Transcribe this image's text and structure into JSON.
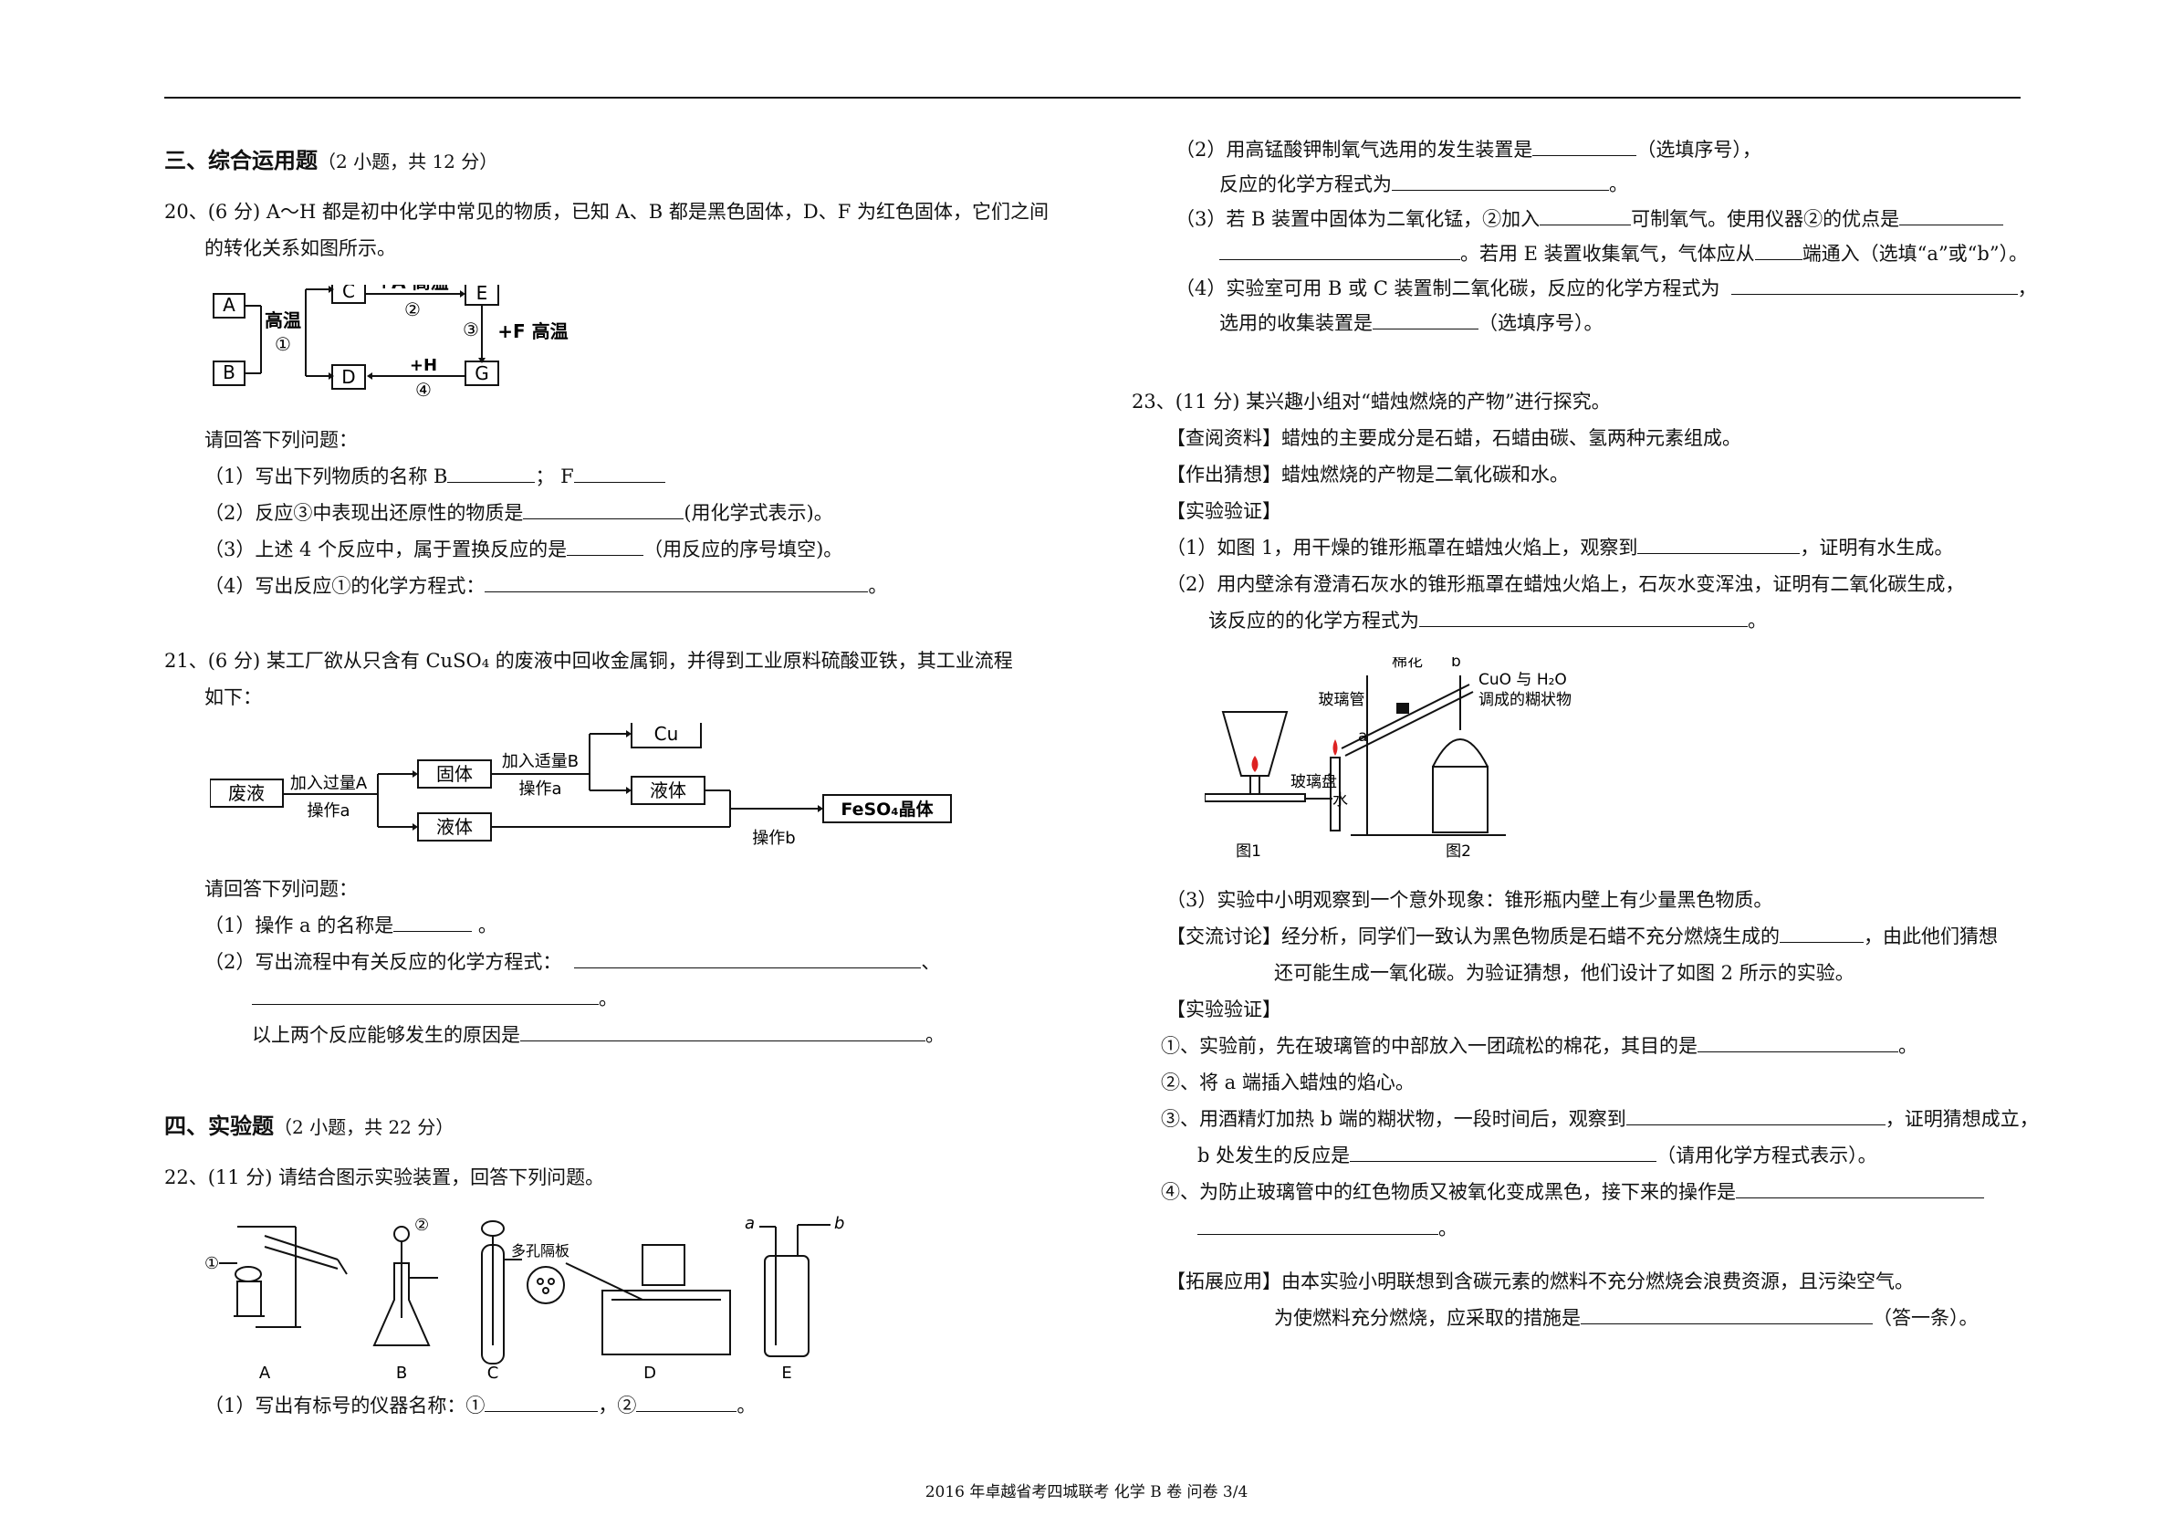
{
  "section3": {
    "title": "三、综合运用题",
    "note": "（2 小题，共 12 分）"
  },
  "q20": {
    "stem1": "20、(6 分) A～H 都是初中化学中常见的物质，已知 A、B 都是黑色固体，D、F 为红色固体，它们之间",
    "stem2": "的转化关系如图所示。",
    "diagram": {
      "A": "A",
      "B": "B",
      "C": "C",
      "D": "D",
      "E": "E",
      "G": "G",
      "r1": "高温",
      "n1": "①",
      "r2": "+A 高温",
      "n2": "②",
      "r3": "+F 高温",
      "n3": "③",
      "r4": "+H",
      "n4": "④"
    },
    "ask": "请回答下列问题：",
    "p1a": "（1）写出下列物质的名称 B",
    "p1b": "；  F",
    "p2a": "（2）反应③中表现出还原性的物质是",
    "p2b": "(用化学式表示)。",
    "p3a": "（3）上述 4 个反应中，属于置换反应的是",
    "p3b": "（用反应的序号填空)。",
    "p4a": "（4）写出反应①的化学方程式：",
    "p4b": "。"
  },
  "q21": {
    "stem1": "21、(6 分) 某工厂欲从只含有 CuSO₄ 的废液中回收金属铜，并得到工业原料硫酸亚铁，其工业流程",
    "stem2": "如下：",
    "flow": {
      "waste": "废液",
      "addA": "加入过量A",
      "opA1": "操作a",
      "solid": "固体",
      "liquid1": "液体",
      "addB": "加入适量B",
      "opA2": "操作a",
      "cu": "Cu",
      "liquid2": "液体",
      "opB": "操作b",
      "product": "FeSO₄晶体"
    },
    "ask": "请回答下列问题：",
    "p1a": "（1）操作 a 的名称是",
    "p1b": "。",
    "p2a": "（2）写出流程中有关反应的化学方程式：",
    "p2b": "、",
    "p2c": "。",
    "p3a": "以上两个反应能够发生的原因是",
    "p3b": "。"
  },
  "section4": {
    "title": "四、实验题",
    "note": "（2 小题，共 22 分）"
  },
  "q22": {
    "stem": "22、(11 分) 请结合图示实验装置，回答下列问题。",
    "labels": {
      "A": "A",
      "B": "B",
      "C": "C",
      "D": "D",
      "E": "E",
      "m1": "①",
      "m2": "②",
      "plate": "多孔隔板",
      "a": "a",
      "b": "b"
    },
    "p1a": "（1）写出有标号的仪器名称：①",
    "p1b": "，②",
    "p1c": "。",
    "p2a": "（2）用高锰酸钾制氧气选用的发生装置是",
    "p2b": "（选填序号），",
    "p2c": "反应的化学方程式为",
    "p2d": "。",
    "p3a": "（3）若 B 装置中固体为二氧化锰，②加入",
    "p3b": "可制氧气。使用仪器②的优点是",
    "p3c": "。若用 E 装置收集氧气，气体应从",
    "p3d": "端通入（选填“a”或“b”）。",
    "p4a": "（4）实验室可用 B 或 C 装置制二氧化碳，反应的化学方程式为",
    "p4b": "，",
    "p4c": "选用的收集装置是",
    "p4d": "（选填序号）。"
  },
  "q23": {
    "stem": "23、(11 分) 某兴趣小组对“蜡烛燃烧的产物”进行探究。",
    "info": "【查阅资料】蜡烛的主要成分是石蜡，石蜡由碳、氢两种元素组成。",
    "guess": "【作出猜想】蜡烛燃烧的产物是二氧化碳和水。",
    "verify1": "【实验验证】",
    "v1a": "（1）如图 1，用干燥的锥形瓶罩在蜡烛火焰上，观察到",
    "v1b": "，证明有水生成。",
    "v2a": "（2）用内壁涂有澄清石灰水的锥形瓶罩在蜡烛火焰上，石灰水变浑浊，证明有二氧化碳生成，",
    "v2b": "该反应的的化学方程式为",
    "v2c": "。",
    "figure": {
      "cotton": "棉花",
      "b": "b",
      "cuo": "CuO 与 H₂O",
      "paste": "调成的糊状物",
      "tube": "玻璃管",
      "a": "a",
      "plate": "玻璃盘",
      "water": "水",
      "fig1": "图1",
      "fig2": "图2"
    },
    "v3": "（3）实验中小明观察到一个意外现象：锥形瓶内壁上有少量黑色物质。",
    "discuss1a": "【交流讨论】经分析，同学们一致认为黑色物质是石蜡不充分燃烧生成的",
    "discuss1b": "，由此他们猜想",
    "discuss2": "还可能生成一氧化碳。为验证猜想，他们设计了如图 2 所示的实验。",
    "verify2": "【实验验证】",
    "s1a": "①、实验前，先在玻璃管的中部放入一团疏松的棉花，其目的是",
    "s1b": "。",
    "s2": "②、将 a 端插入蜡烛的焰心。",
    "s3a": "③、用酒精灯加热 b 端的糊状物，一段时间后，观察到",
    "s3b": "，证明猜想成立，",
    "s3c": "b 处发生的反应是",
    "s3d": "（请用化学方程式表示）。",
    "s4a": "④、为防止玻璃管中的红色物质又被氧化变成黑色，接下来的操作是",
    "s4b": "。",
    "ext1": "【拓展应用】由本实验小明联想到含碳元素的燃料不充分燃烧会浪费资源，且污染空气。",
    "ext2a": "为使燃料充分燃烧，应采取的措施是",
    "ext2b": "（答一条）。"
  },
  "footer": "2016 年卓越省考四城联考    化学 B 卷    问卷    3/4"
}
